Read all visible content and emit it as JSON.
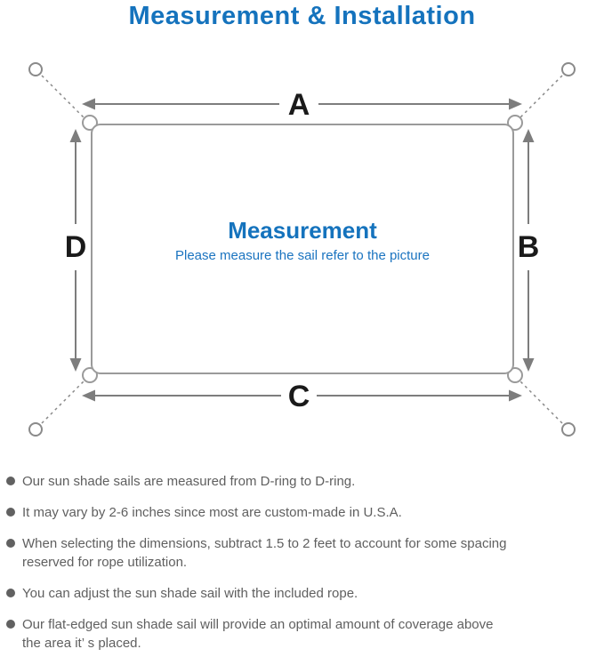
{
  "page": {
    "title": "Measurement & Installation",
    "background": "#ffffff"
  },
  "colors": {
    "accent_blue": "#1573bd",
    "subtitle_blue": "#1b74c0",
    "note_gray": "#5f5f5f",
    "arrow_gray": "#7d7d7d",
    "sail_stroke_gray": "#9a9a9a",
    "anchor_gray": "#8a8a8a",
    "label_black": "#1a1a1a"
  },
  "diagram": {
    "center_title": "Measurement",
    "center_subtitle": "Please measure the sail refer to the picture",
    "labels": {
      "top": "A",
      "right": "B",
      "bottom": "C",
      "left": "D"
    }
  },
  "notes": {
    "items": [
      "Our sun shade sails are measured from D-ring to D-ring.",
      "It may vary by 2-6 inches since most are custom-made in U.S.A.",
      "When selecting the dimensions, subtract 1.5 to 2 feet to account for some spacing\nreserved for rope utilization.",
      "You can adjust the sun shade sail with the included rope.",
      "Our flat-edged sun shade sail will provide an optimal amount of coverage above\nthe area it’ s placed."
    ]
  }
}
